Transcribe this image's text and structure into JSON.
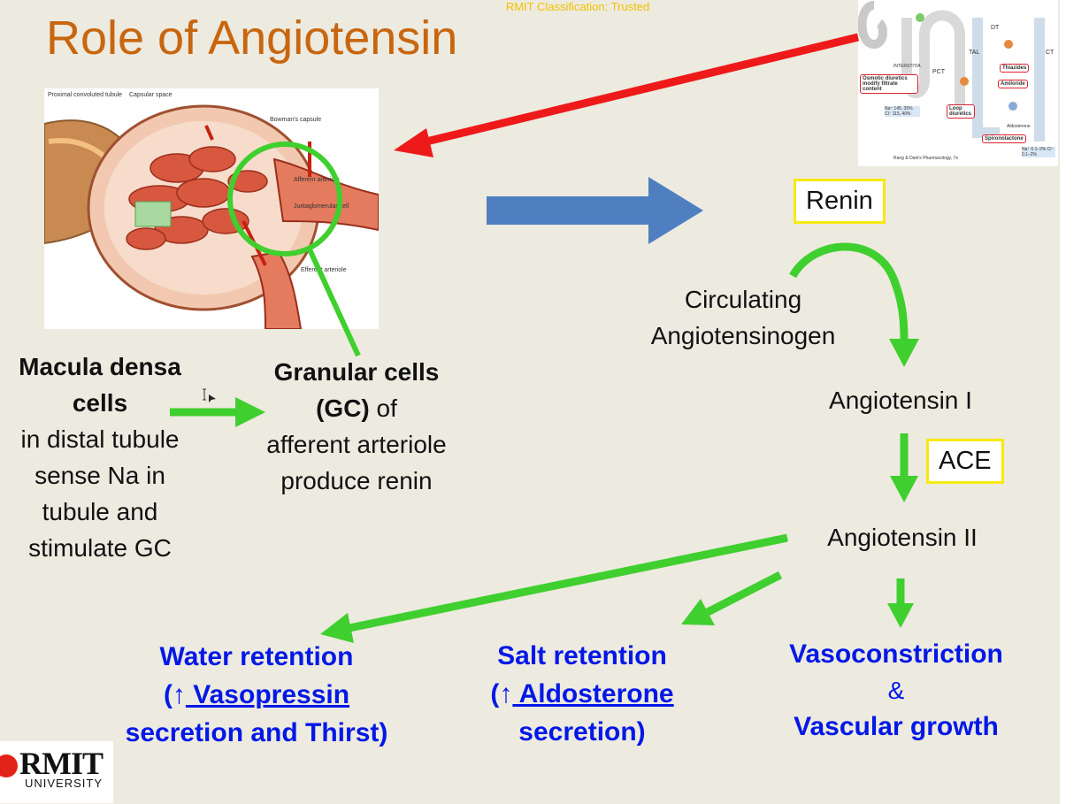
{
  "classification": "RMIT Classification: Trusted",
  "title": "Role of Angiotensin",
  "kidney_image": {
    "labels": {
      "pct": "Proximal convoluted tubule",
      "capsular": "Capsular space",
      "bowmans": "Bowman's capsule",
      "afferent": "Afferent arteriole",
      "juxta": "Juxtaglomerular cell",
      "efferent": "Efferent arteriole"
    }
  },
  "nephron_image": {
    "labels": {
      "dt": "DT",
      "tal": "TAL",
      "ct": "CT",
      "pct": "PCT",
      "interstitia": "INTERSTITIA",
      "osmotic": "Osmotic diuretics modify filtrate content",
      "thiazides": "Thiazides",
      "amiloride": "Amiloride",
      "loop": "Loop diuretics",
      "spirono": "Spironolactone",
      "aldosterone": "Aldosterone",
      "na_cl_left": "Na⁺ 145, 35% Cl⁻ 115, 40%",
      "na_cl_right": "Na⁺ 0.1–2% Cl⁻ 0.1–2%",
      "credit": "Rang & Dale's Pharmacology, 7e"
    }
  },
  "macula": {
    "bold": "Macula densa cells",
    "rest": "in distal tubule sense Na in tubule and stimulate GC"
  },
  "granular": {
    "bold": "Granular cells (GC)",
    "rest_of": "of",
    "rest": "afferent arteriole produce renin"
  },
  "cascade": {
    "renin": "Renin",
    "angiotensinogen": "Circulating Angiotensinogen",
    "ang1": "Angiotensin I",
    "ace": "ACE",
    "ang2": "Angiotensin II"
  },
  "effects": {
    "water": {
      "line1": "Water retention",
      "line2_prefix": "(↑",
      "line2_link": " Vasopressin",
      "line3": "secretion and Thirst)"
    },
    "salt": {
      "line1": "Salt retention",
      "line2_prefix": "(↑",
      "line2_link": " Aldosterone",
      "line3": "secretion)"
    },
    "vaso": {
      "line1": "Vasoconstriction",
      "line2": "&",
      "line3": "Vascular growth"
    }
  },
  "logo": {
    "name": "RMIT",
    "sub": "UNIVERSITY"
  },
  "colors": {
    "title": "#c8660f",
    "effect_text": "#0018e6",
    "green_arrow": "#3fcf2e",
    "red_arrow": "#ee1a1a",
    "blue_arrow": "#4f7fc0",
    "box_border": "#f7ea10"
  }
}
